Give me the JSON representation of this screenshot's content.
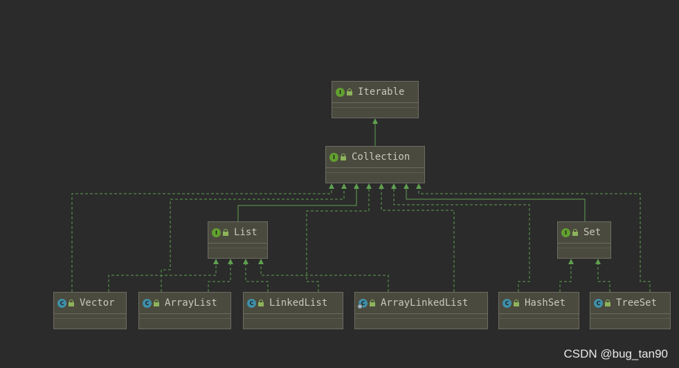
{
  "nodes": [
    {
      "id": "iterable",
      "label": "Iterable",
      "kind_letter": "I",
      "kind": "interface"
    },
    {
      "id": "collection",
      "label": "Collection",
      "kind_letter": "I",
      "kind": "interface"
    },
    {
      "id": "list",
      "label": "List",
      "kind_letter": "I",
      "kind": "interface"
    },
    {
      "id": "set",
      "label": "Set",
      "kind_letter": "I",
      "kind": "interface"
    },
    {
      "id": "vector",
      "label": "Vector",
      "kind_letter": "C",
      "kind": "class"
    },
    {
      "id": "arraylist",
      "label": "ArrayList",
      "kind_letter": "C",
      "kind": "class"
    },
    {
      "id": "linkedlist",
      "label": "LinkedList",
      "kind_letter": "C",
      "kind": "class"
    },
    {
      "id": "arraylinkedlist",
      "label": "ArrayLinkedList",
      "kind_letter": "C",
      "kind": "abstract"
    },
    {
      "id": "hashset",
      "label": "HashSet",
      "kind_letter": "C",
      "kind": "class"
    },
    {
      "id": "treeset",
      "label": "TreeSet",
      "kind_letter": "C",
      "kind": "class"
    }
  ],
  "edges": [
    {
      "from": "collection",
      "to": "iterable",
      "style": "solid"
    },
    {
      "from": "list",
      "to": "collection",
      "style": "solid"
    },
    {
      "from": "set",
      "to": "collection",
      "style": "solid"
    },
    {
      "from": "vector",
      "to": "collection",
      "style": "dashed"
    },
    {
      "from": "arraylist",
      "to": "collection",
      "style": "dashed"
    },
    {
      "from": "linkedlist",
      "to": "collection",
      "style": "dashed"
    },
    {
      "from": "arraylinkedlist",
      "to": "collection",
      "style": "dashed"
    },
    {
      "from": "hashset",
      "to": "collection",
      "style": "dashed"
    },
    {
      "from": "treeset",
      "to": "collection",
      "style": "dashed"
    },
    {
      "from": "vector",
      "to": "list",
      "style": "dashed"
    },
    {
      "from": "arraylist",
      "to": "list",
      "style": "dashed"
    },
    {
      "from": "linkedlist",
      "to": "list",
      "style": "dashed"
    },
    {
      "from": "arraylinkedlist",
      "to": "list",
      "style": "dashed"
    },
    {
      "from": "hashset",
      "to": "set",
      "style": "dashed"
    },
    {
      "from": "treeset",
      "to": "set",
      "style": "dashed"
    }
  ],
  "colors": {
    "background": "#2b2b2b",
    "node_fill": "#4b4a3e",
    "edge": "#5fa050",
    "interface_badge": "#62a02f",
    "class_badge": "#3f8fa8"
  },
  "watermark": "CSDN @bug_tan90"
}
